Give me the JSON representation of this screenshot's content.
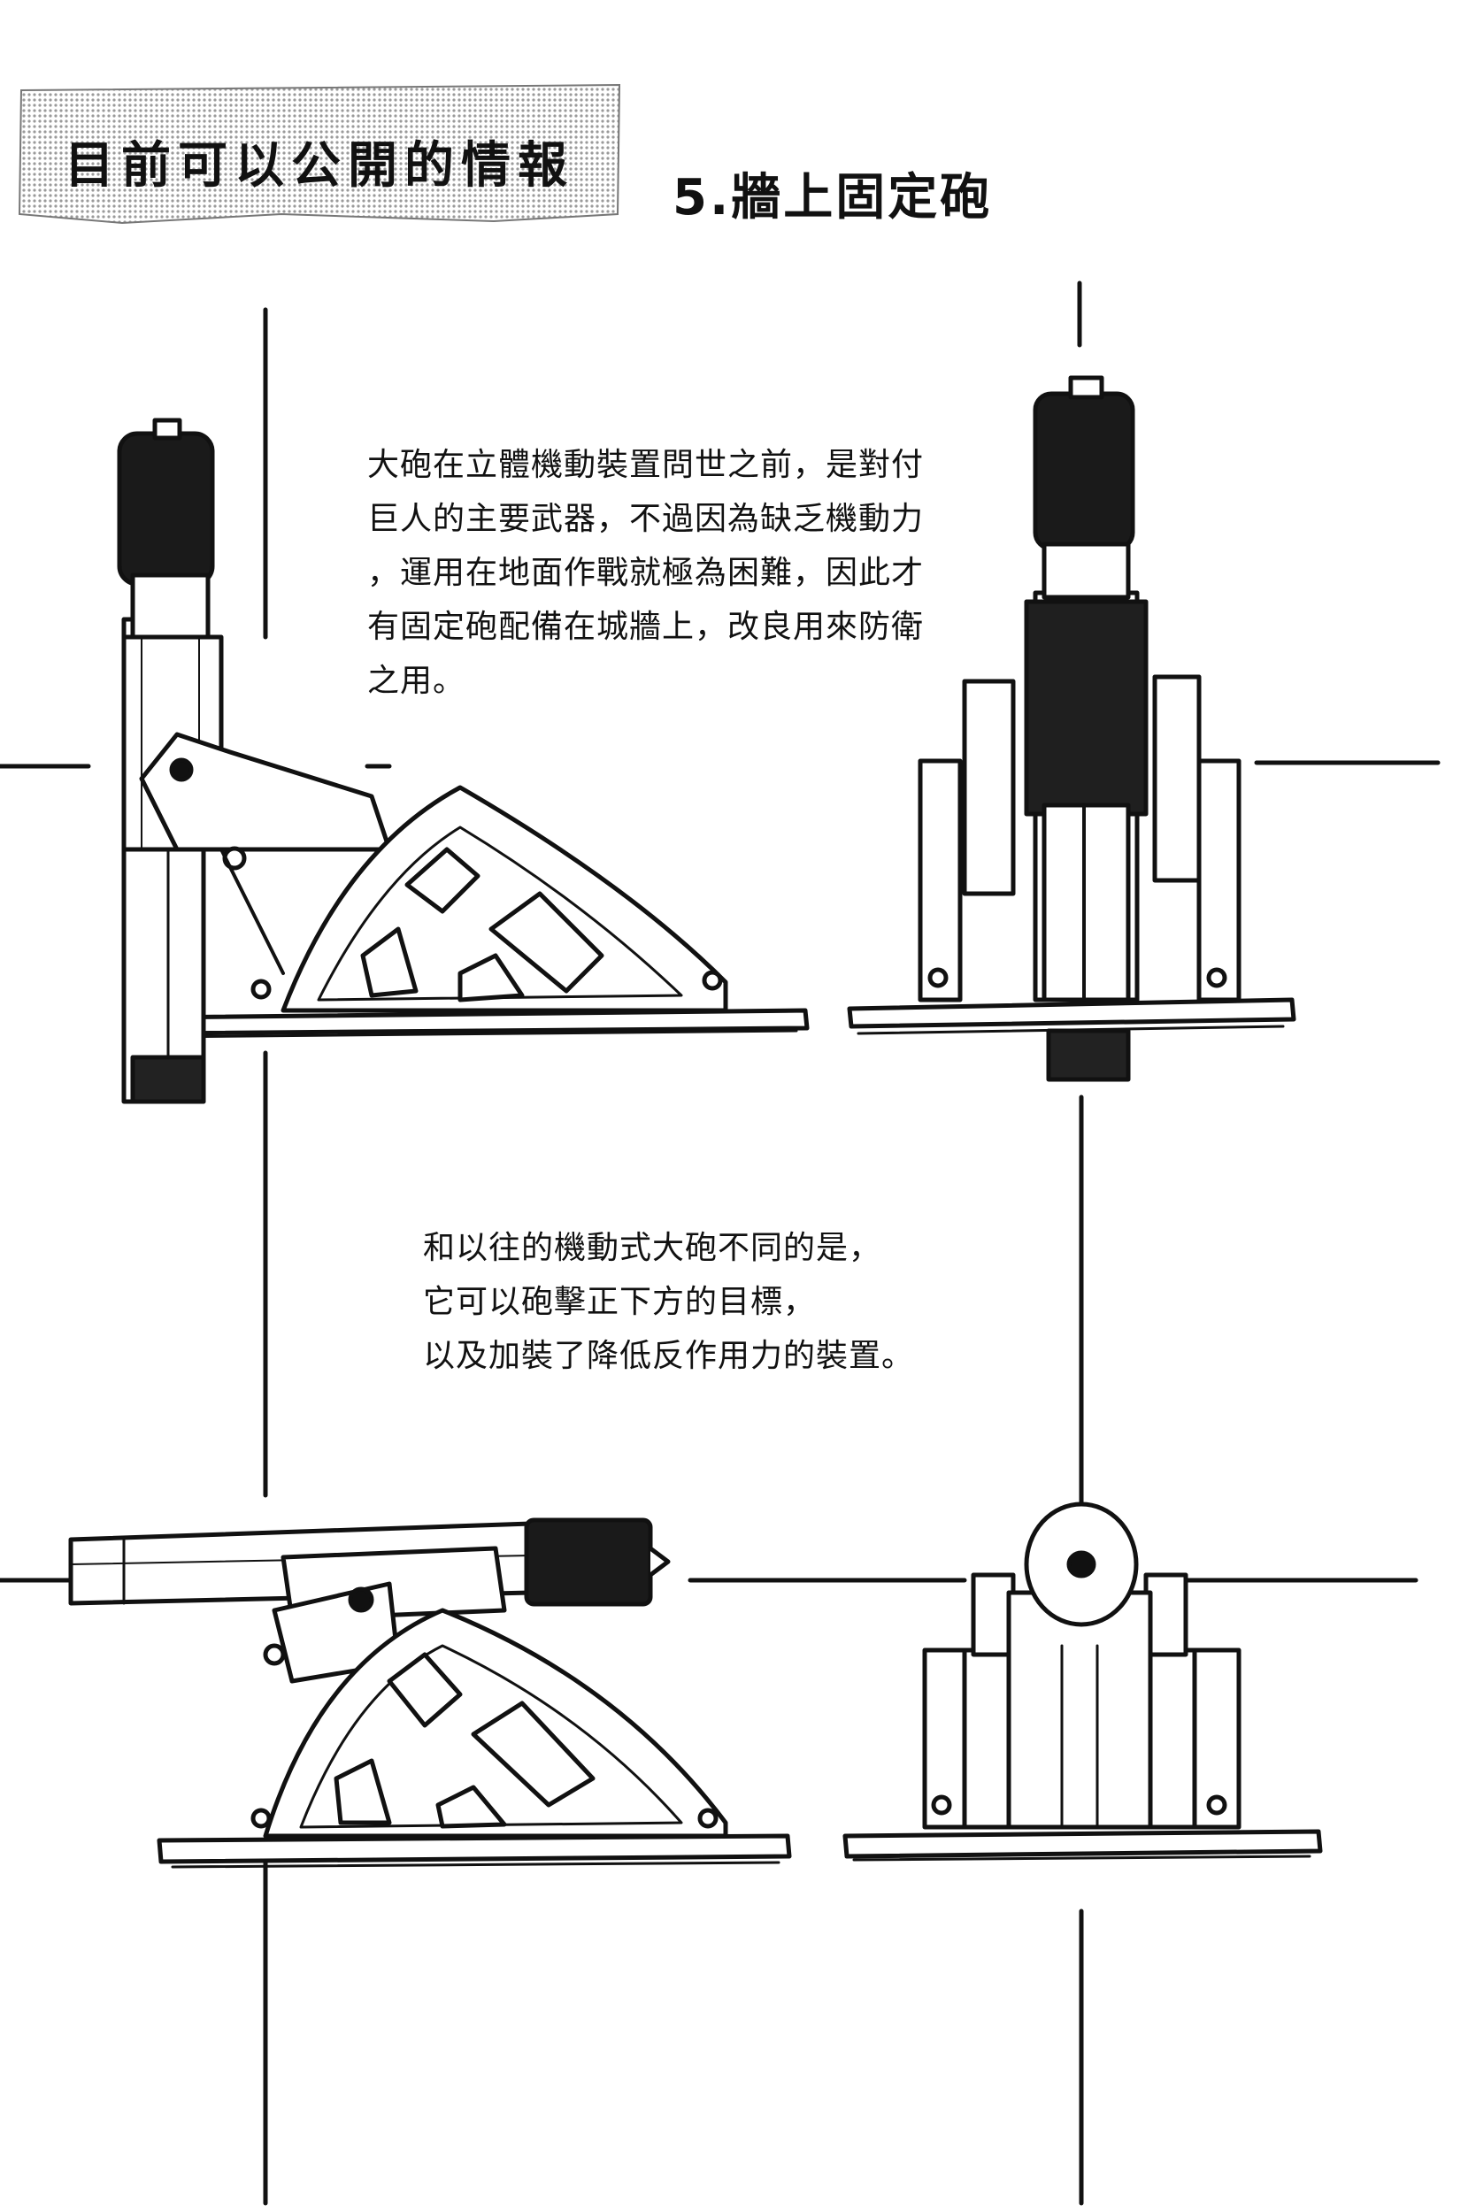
{
  "banner": {
    "title": "目前可以公開的情報"
  },
  "section": {
    "title": "5.牆上固定砲"
  },
  "paragraph_1": {
    "lines": [
      "大砲在立體機動裝置問世之前，是對付",
      "巨人的主要武器，不過因為缺乏機動力",
      "，運用在地面作戰就極為困難，因此才",
      "有固定砲配備在城牆上，改良用來防衛",
      "之用。"
    ]
  },
  "paragraph_2": {
    "lines": [
      "和以往的機動式大砲不同的是，",
      "它可以砲擊正下方的目標，",
      "以及加裝了降低反作用力的裝置。"
    ]
  },
  "colors": {
    "ink": "#111111",
    "paper": "#ffffff",
    "banner_tone": "#d9d9d9"
  }
}
